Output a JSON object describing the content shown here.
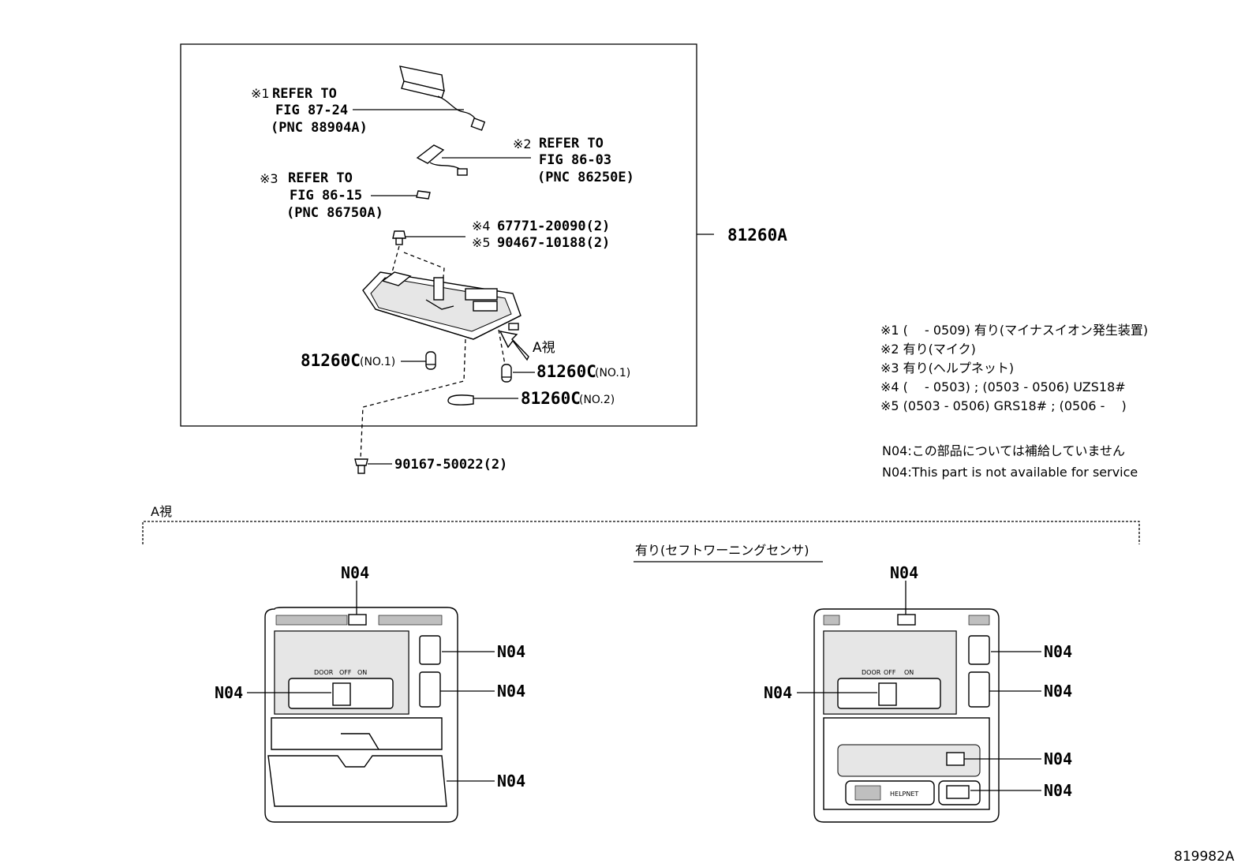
{
  "main_assembly": {
    "part_number": "81260A",
    "refs": [
      {
        "mark": "※1",
        "line1": "REFER TO",
        "line2": "FIG 87-24",
        "line3": "(PNC 88904A)"
      },
      {
        "mark": "※2",
        "line1": "REFER TO",
        "line2": "FIG 86-03",
        "line3": "(PNC 86250E)"
      },
      {
        "mark": "※3",
        "line1": "REFER TO",
        "line2": "FIG 86-15",
        "line3": "(PNC 86750A)"
      }
    ],
    "clip_parts": [
      {
        "mark": "※4",
        "text": "67771-20090(2)"
      },
      {
        "mark": "※5",
        "text": "90467-10188(2)"
      }
    ],
    "bulbs": [
      {
        "code": "81260C",
        "suffix": "(NO.1)"
      },
      {
        "code": "81260C",
        "suffix": "(NO.1)"
      },
      {
        "code": "81260C",
        "suffix": "(NO.2)"
      }
    ],
    "view_arrow": "A視",
    "screw": "90167-50022(2)"
  },
  "notes": [
    "※1 (　 - 0509) 有り(マイナスイオン発生装置)",
    "※2  有り(マイク)",
    "※3  有り(ヘルプネット)",
    "※4 (　 - 0503) ; (0503 - 0506) UZS18#",
    "※5  (0503 - 0506) GRS18# ; (0506 -　 )"
  ],
  "service_notes": [
    "N04:この部品については補給していません",
    "N04:This part is not available for service"
  ],
  "view_section": {
    "title": "A視",
    "variant_label": "有り(セフトワーニングセンサ)",
    "callout": "N04",
    "switch_labels": {
      "door": "DOOR",
      "off": "OFF",
      "on": "ON"
    },
    "helpnet_label": "HELPNET"
  },
  "figure_id": "819982A"
}
